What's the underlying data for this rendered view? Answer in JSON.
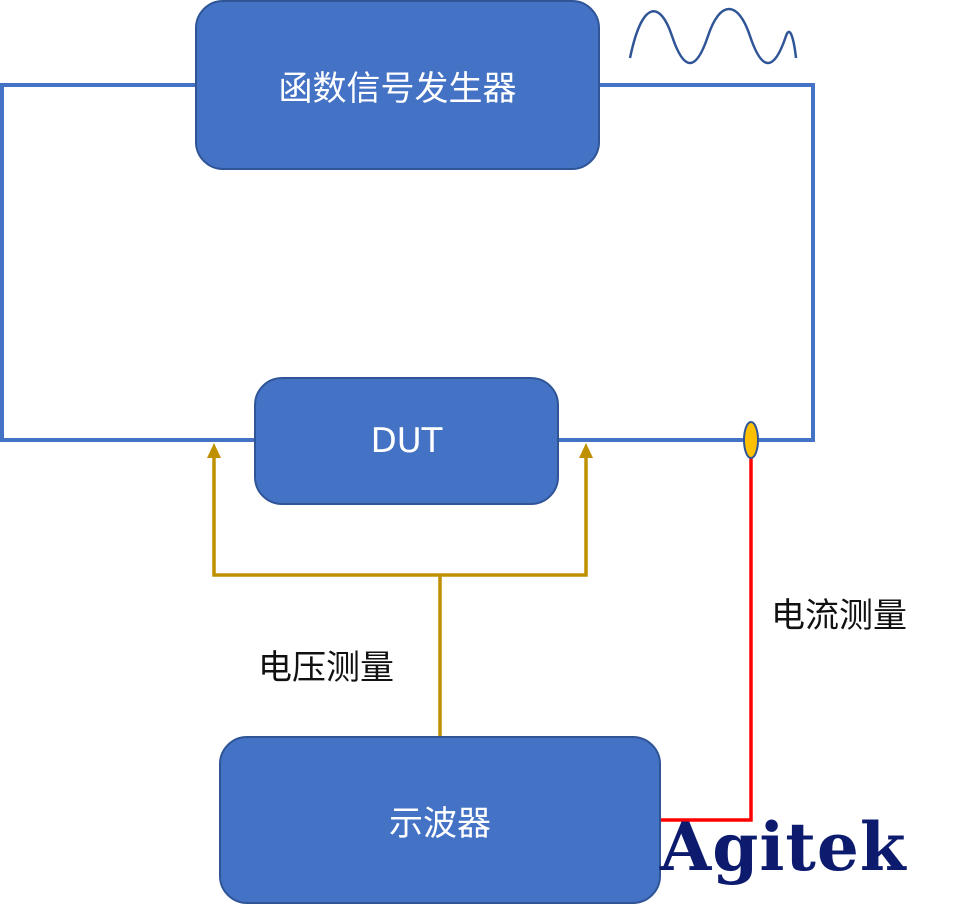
{
  "blocks": {
    "generator": "函数信号发生器",
    "dut": "DUT",
    "oscilloscope": "示波器"
  },
  "labels": {
    "voltage": "电压测量",
    "current": "电流测量"
  },
  "logo": "Agitek",
  "colors": {
    "block_fill": "#4472c4",
    "block_border": "#2f5597",
    "circuit_wire": "#4472c4",
    "voltage_probe": "#bf9000",
    "current_probe": "#ff0000",
    "current_clamp": "#ffc000",
    "logo": "#0d1b6e"
  },
  "icons": [
    "sine-wave-icon",
    "current-probe-icon",
    "arrow-up-icon"
  ]
}
